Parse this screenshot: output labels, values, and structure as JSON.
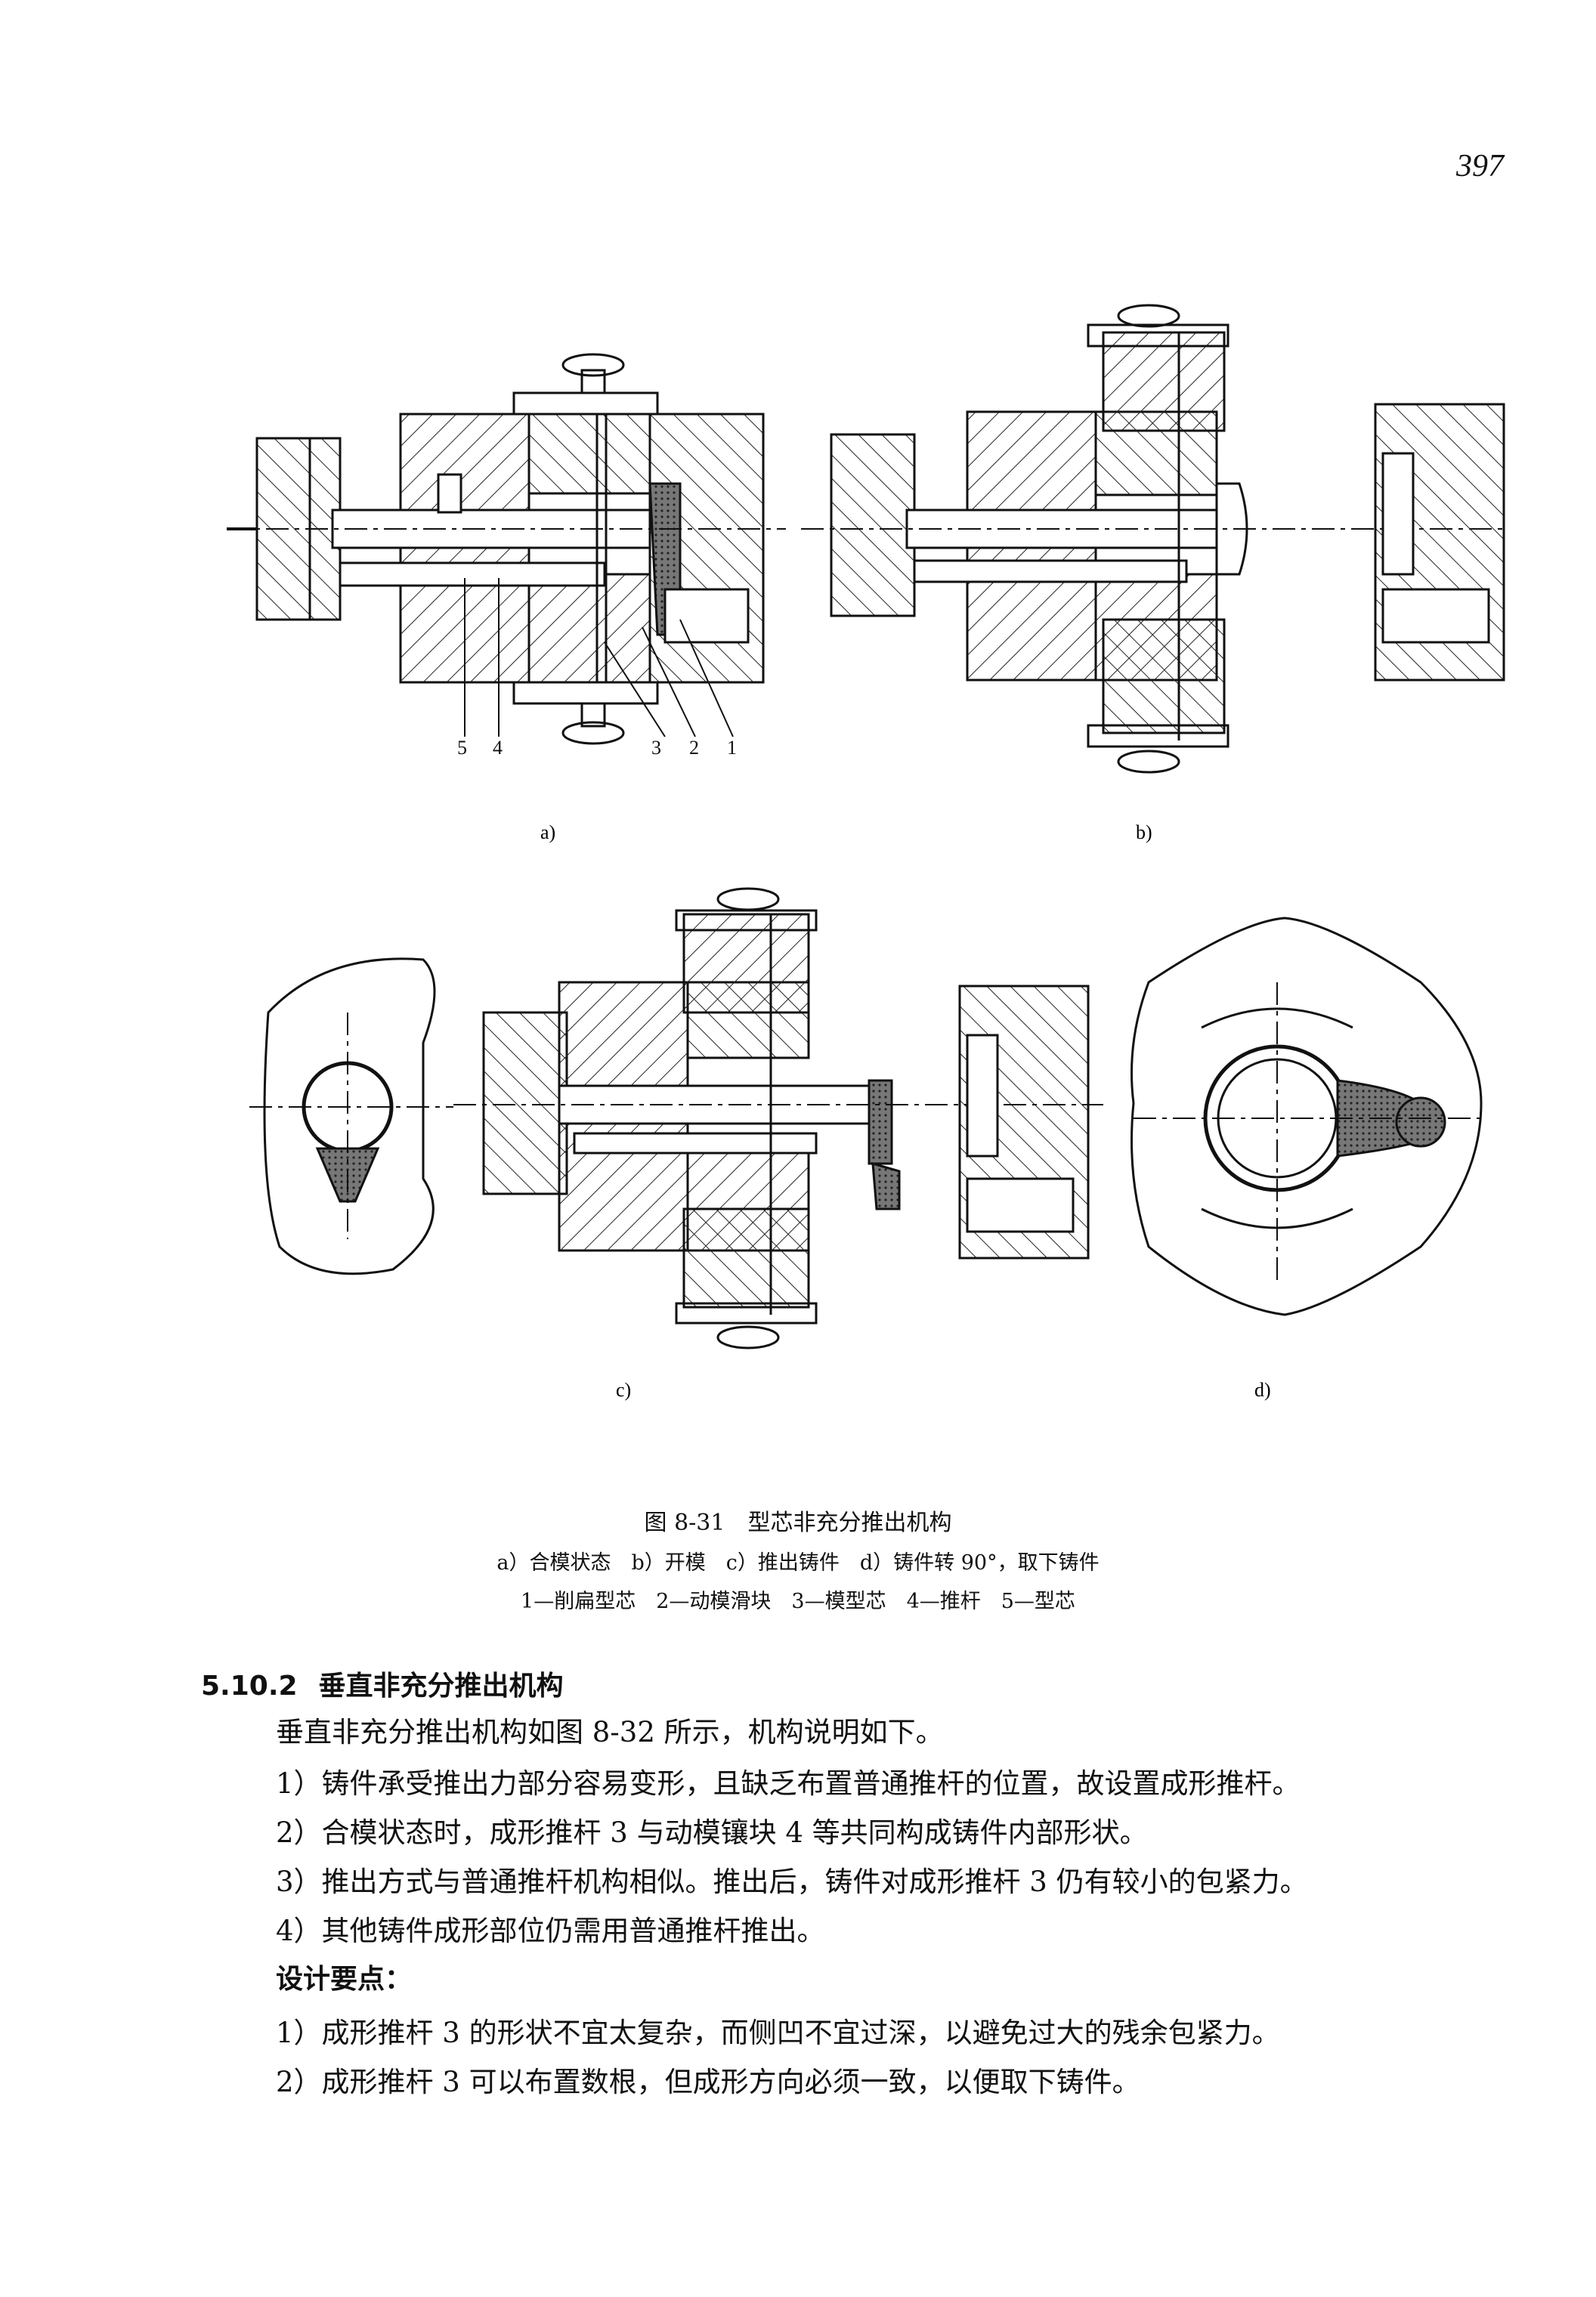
{
  "page_number": "397",
  "figure": {
    "subfigure_labels": [
      "a)",
      "b)",
      "c)",
      "d)"
    ],
    "part_numbers": [
      "5",
      "4",
      "3",
      "2",
      "1"
    ],
    "caption_title": "图 8-31　型芯非充分推出机构",
    "caption_states": "a）合模状态　b）开模　c）推出铸件　d）铸件转 90°，取下铸件",
    "caption_parts": "1—削扁型芯　2—动模滑块　3—模型芯　4—推杆　5—型芯"
  },
  "section": {
    "number": "5.10.2",
    "title": "垂直非充分推出机构",
    "intro": "垂直非充分推出机构如图 8-32 所示，机构说明如下。",
    "items": [
      "1）铸件承受推出力部分容易变形，且缺乏布置普通推杆的位置，故设置成形推杆。",
      "2）合模状态时，成形推杆 3 与动模镶块 4 等共同构成铸件内部形状。",
      "3）推出方式与普通推杆机构相似。推出后，铸件对成形推杆 3 仍有较小的包紧力。",
      "4）其他铸件成形部位仍需用普通推杆推出。"
    ],
    "design_points_title": "设计要点：",
    "design_points": [
      "1）成形推杆 3 的形状不宜太复杂，而侧凹不宜过深，以避免过大的残余包紧力。",
      "2）成形推杆 3 可以布置数根，但成形方向必须一致，以便取下铸件。"
    ]
  }
}
